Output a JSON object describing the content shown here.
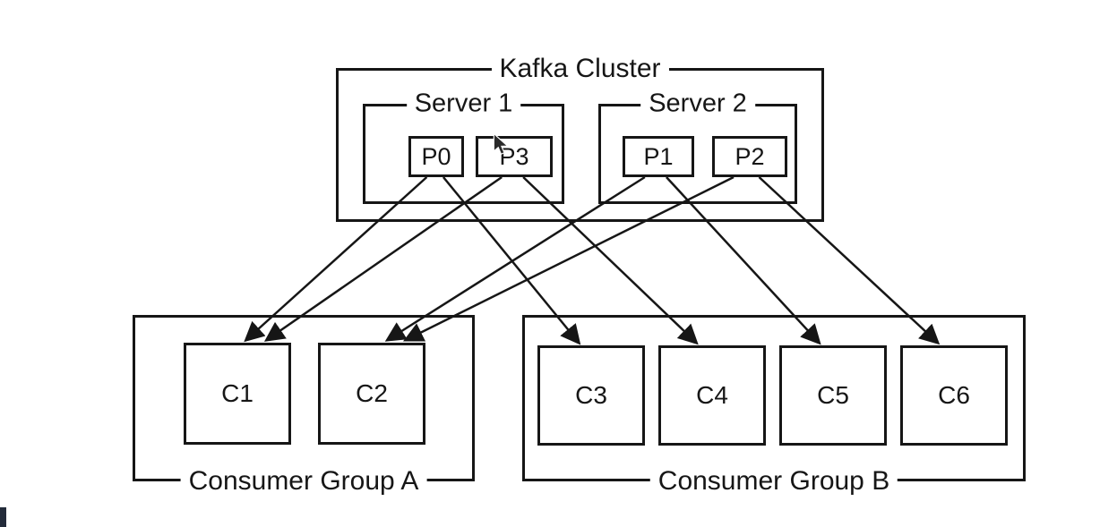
{
  "diagram": {
    "title": "Kafka Cluster consumer groups diagram",
    "cluster": {
      "label": "Kafka Cluster"
    },
    "servers": [
      {
        "id": "server1",
        "label": "Server 1",
        "partitions": [
          {
            "id": "P0",
            "label": "P0"
          },
          {
            "id": "P3",
            "label": "P3"
          }
        ]
      },
      {
        "id": "server2",
        "label": "Server 2",
        "partitions": [
          {
            "id": "P1",
            "label": "P1"
          },
          {
            "id": "P2",
            "label": "P2"
          }
        ]
      }
    ],
    "consumer_groups": [
      {
        "id": "groupA",
        "label": "Consumer Group A",
        "consumers": [
          {
            "id": "C1",
            "label": "C1"
          },
          {
            "id": "C2",
            "label": "C2"
          }
        ]
      },
      {
        "id": "groupB",
        "label": "Consumer Group B",
        "consumers": [
          {
            "id": "C3",
            "label": "C3"
          },
          {
            "id": "C4",
            "label": "C4"
          },
          {
            "id": "C5",
            "label": "C5"
          },
          {
            "id": "C6",
            "label": "C6"
          }
        ]
      }
    ],
    "edges": [
      {
        "from": "P0",
        "to": "C1"
      },
      {
        "from": "P3",
        "to": "C1"
      },
      {
        "from": "P1",
        "to": "C2"
      },
      {
        "from": "P2",
        "to": "C2"
      },
      {
        "from": "P0",
        "to": "C3"
      },
      {
        "from": "P3",
        "to": "C4"
      },
      {
        "from": "P1",
        "to": "C5"
      },
      {
        "from": "P2",
        "to": "C6"
      }
    ],
    "colors": {
      "stroke": "#161616",
      "background": "#ffffff"
    }
  }
}
